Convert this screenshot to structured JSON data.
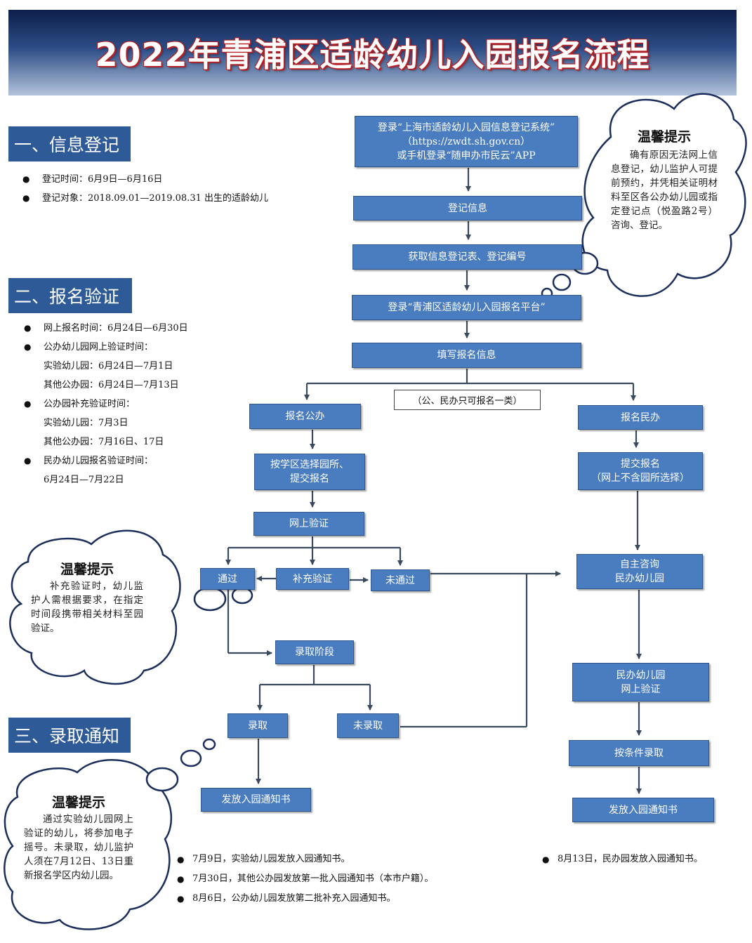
{
  "title": "2022年青浦区适龄幼儿入园报名流程",
  "sections": {
    "s1": {
      "heading": "一、信息登记",
      "items": [
        "登记时间：6月9日—6月16日",
        "登记对象：2018.09.01—2019.08.31 出生的适龄幼儿"
      ]
    },
    "s2": {
      "heading": "二、报名验证",
      "items": [
        "网上报名时间：6月24日—6月30日",
        "公办幼儿园网上验证时间：",
        "实验幼儿园：6月24日—7月1日",
        "其他公办园：6月24日—7月13日",
        "公办园补充验证时间：",
        "实验幼儿园：7月3日",
        "其他公办园：7月16日、17日",
        "民办幼儿园报名验证时间：",
        "6月24日—7月22日"
      ]
    },
    "s3": {
      "heading": "三、录取通知"
    }
  },
  "flow": {
    "login_system": "登录“上海市适龄幼儿入园信息登记系统”\n（https://zwdt.sh.gov.cn）\n或手机登录“随申办市民云”APP",
    "register_info": "登记信息",
    "get_form": "获取信息登记表、登记编号",
    "login_platform": "登录“青浦区适龄幼儿入园报名平台”",
    "fill_info": "填写报名信息",
    "choose_note": "（公、民办只可报名一类）",
    "public": "报名公办",
    "choose_school": "按学区选择园所、\n提交报名",
    "online_verify": "网上验证",
    "pass": "通过",
    "supplement": "补充验证",
    "not_pass": "未通过",
    "admission_stage": "录取阶段",
    "admitted": "录取",
    "not_admitted": "未录取",
    "public_notice": "发放入园通知书",
    "private": "报名民办",
    "submit_private": "提交报名\n（网上不含园所选择）",
    "consult": "自主咨询\n民办幼儿园",
    "private_verify": "民办幼儿园\n网上验证",
    "admit_by_condition": "按条件录取",
    "private_notice": "发放入园通知书"
  },
  "tips": {
    "tip1": {
      "title": "温馨提示",
      "text": "确有原因无法网上信息登记，幼儿监护人可提前预约，并凭相关证明材料至区各公办幼儿园或指定登记点（悦盈路2号）咨询、登记。"
    },
    "tip2": {
      "title": "温馨提示",
      "text": "补充验证时，幼儿监护人需根据要求，在指定时间段携带相关材料至园验证。"
    },
    "tip3": {
      "title": "温馨提示",
      "text": "通过实验幼儿园网上验证的幼儿，将参加电子摇号。未录取，幼儿监护人须在7月12日、13日重新报名学区内幼儿园。"
    }
  },
  "notices": {
    "left": [
      "7月9日，实验幼儿园发放入园通知书。",
      "7月30日，其他公办园发放第一批入园通知书（本市户籍）。",
      "8月6日，公办幼儿园发放第二批补充入园通知书。"
    ],
    "right": [
      "8月13日，民办园发放入园通知书。"
    ]
  }
}
